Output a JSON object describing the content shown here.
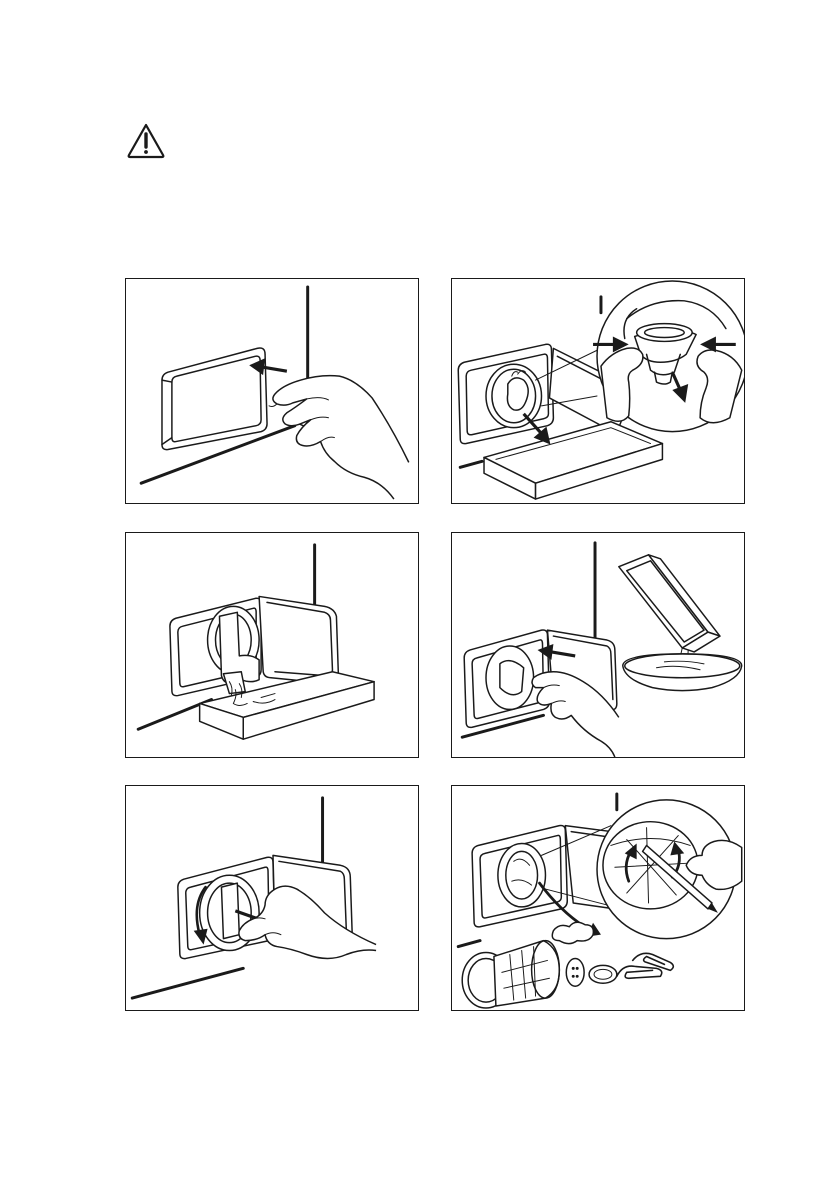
{
  "page": {
    "icons": {
      "warning": "warning-triangle-icon"
    },
    "figures": [
      {
        "id": "step-1",
        "icon": "open-flap-illustration"
      },
      {
        "id": "step-2",
        "icon": "pull-drain-hose-illustration"
      },
      {
        "id": "step-3",
        "icon": "drain-water-into-tray-illustration"
      },
      {
        "id": "step-4",
        "icon": "empty-tray-into-bowl-illustration"
      },
      {
        "id": "step-5",
        "icon": "unscrew-pump-filter-illustration"
      },
      {
        "id": "step-6",
        "icon": "clean-filter-remove-objects-illustration"
      }
    ],
    "colors": {
      "ink": "#1a1a1a",
      "background": "#ffffff"
    }
  }
}
